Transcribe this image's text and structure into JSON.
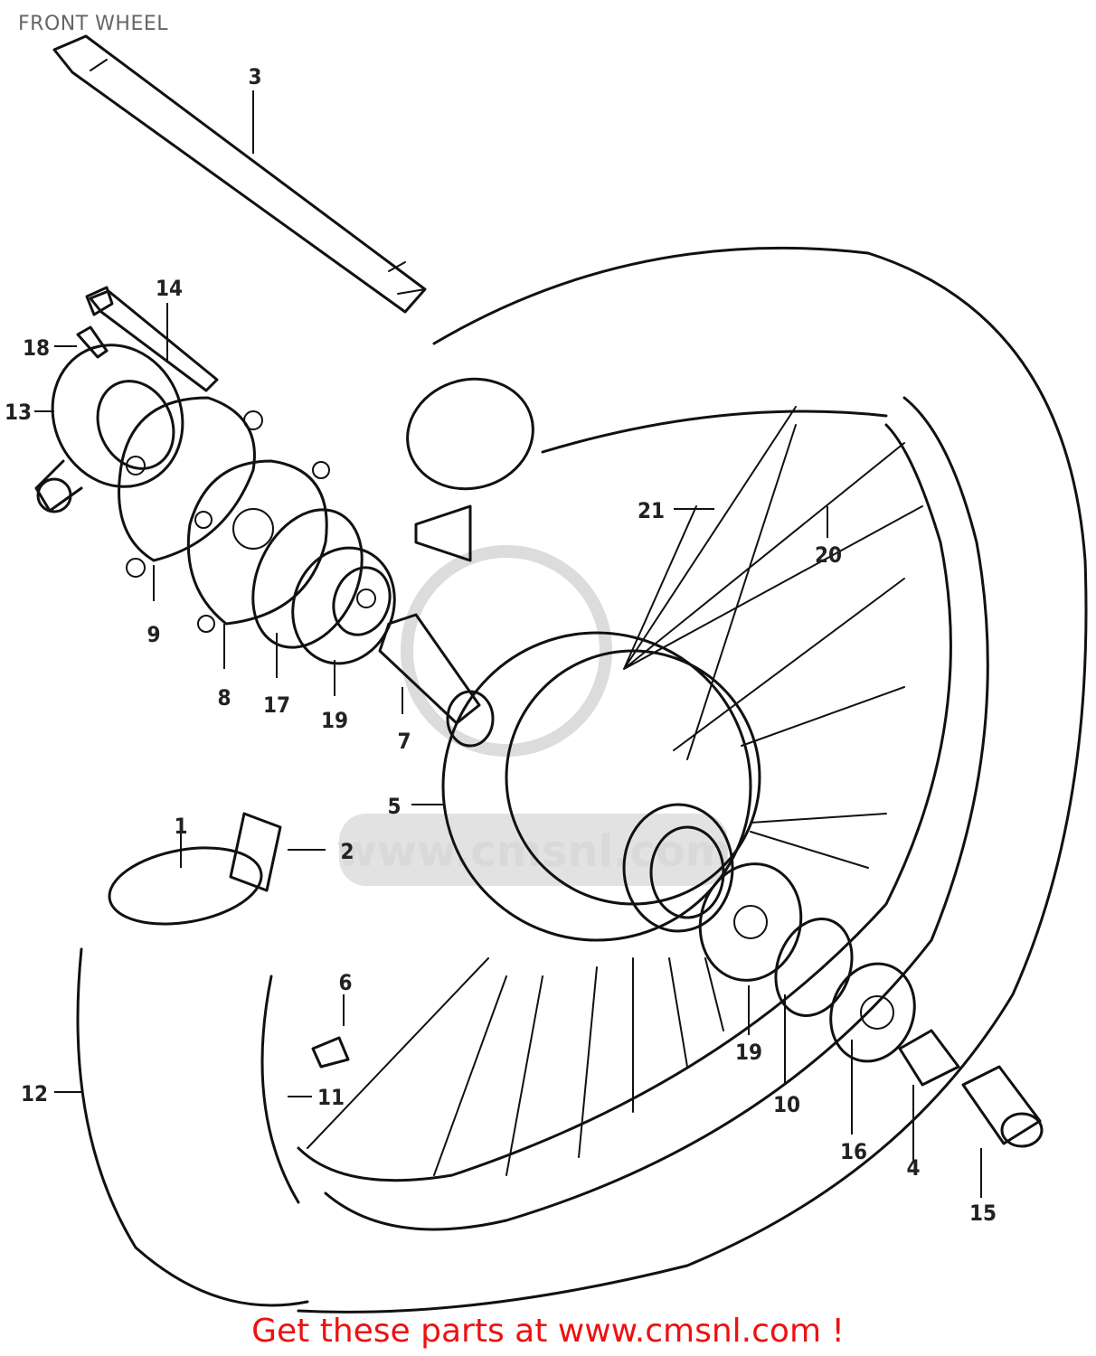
{
  "title": "FRONT WHEEL",
  "footer": "Get these parts at www.cmsnl.com !",
  "watermark": "www.cmsnl.com",
  "callouts": [
    {
      "id": "c1",
      "label": "1"
    },
    {
      "id": "c2",
      "label": "2"
    },
    {
      "id": "c3",
      "label": "3"
    },
    {
      "id": "c4",
      "label": "4"
    },
    {
      "id": "c5",
      "label": "5"
    },
    {
      "id": "c6",
      "label": "6"
    },
    {
      "id": "c7",
      "label": "7"
    },
    {
      "id": "c8",
      "label": "8"
    },
    {
      "id": "c9",
      "label": "9"
    },
    {
      "id": "c10",
      "label": "10"
    },
    {
      "id": "c11",
      "label": "11"
    },
    {
      "id": "c12",
      "label": "12"
    },
    {
      "id": "c13",
      "label": "13"
    },
    {
      "id": "c14",
      "label": "14"
    },
    {
      "id": "c17",
      "label": "17"
    },
    {
      "id": "c18",
      "label": "18"
    },
    {
      "id": "c19a",
      "label": "19"
    },
    {
      "id": "c19b",
      "label": "19"
    },
    {
      "id": "c15",
      "label": "15"
    },
    {
      "id": "c16",
      "label": "16"
    },
    {
      "id": "c20",
      "label": "20"
    },
    {
      "id": "c21",
      "label": "21"
    }
  ],
  "colors": {
    "footer": "#ee1111",
    "ink": "#111111",
    "watermark": "#d9d9d9"
  }
}
